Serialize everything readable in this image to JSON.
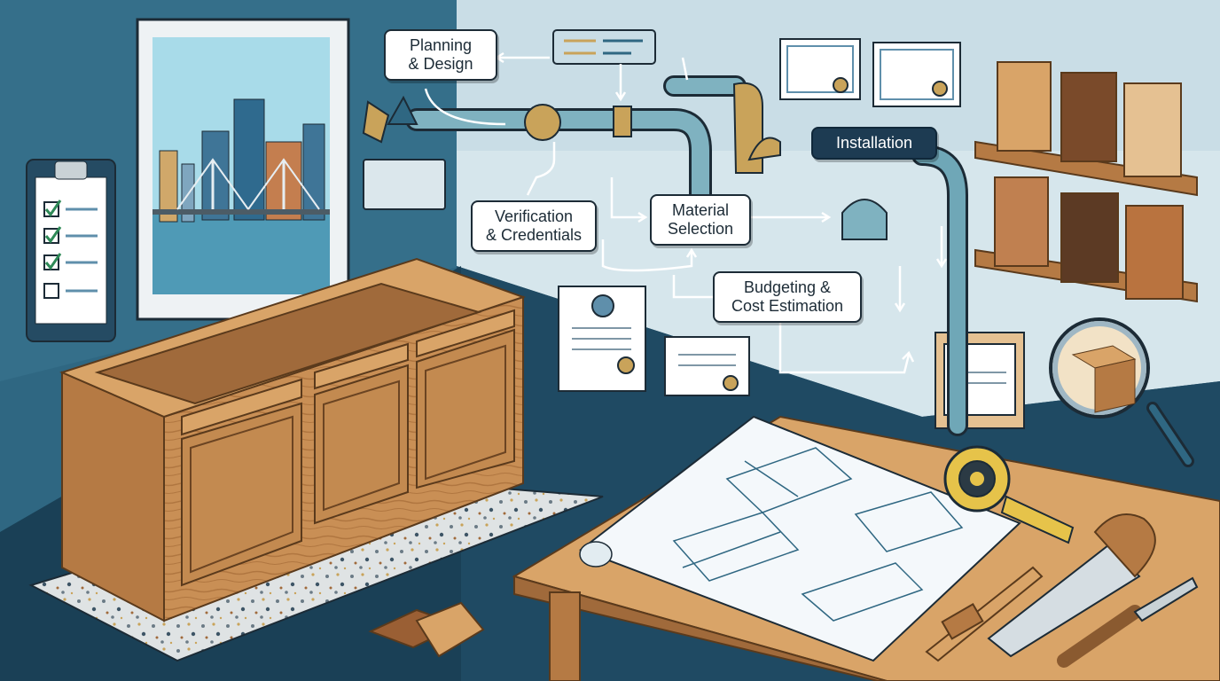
{
  "labels": {
    "planning": {
      "line1": "Planning",
      "line2": "& Design"
    },
    "verification": {
      "line1": "Verification",
      "line2": "& Credentials"
    },
    "material": {
      "line1": "Material",
      "line2": "Selection"
    },
    "budgeting": {
      "line1": "Budgeting &",
      "line2": "Cost Estimation"
    },
    "installation": {
      "text": "Installation"
    }
  },
  "colors": {
    "wall_dark": "#23536e",
    "wall_light": "#c9dde6",
    "wood": "#c98f55",
    "flow_pipe": "#7fb2c0",
    "accent_gold": "#c9a35a",
    "label_dark": "#1d3b52"
  }
}
